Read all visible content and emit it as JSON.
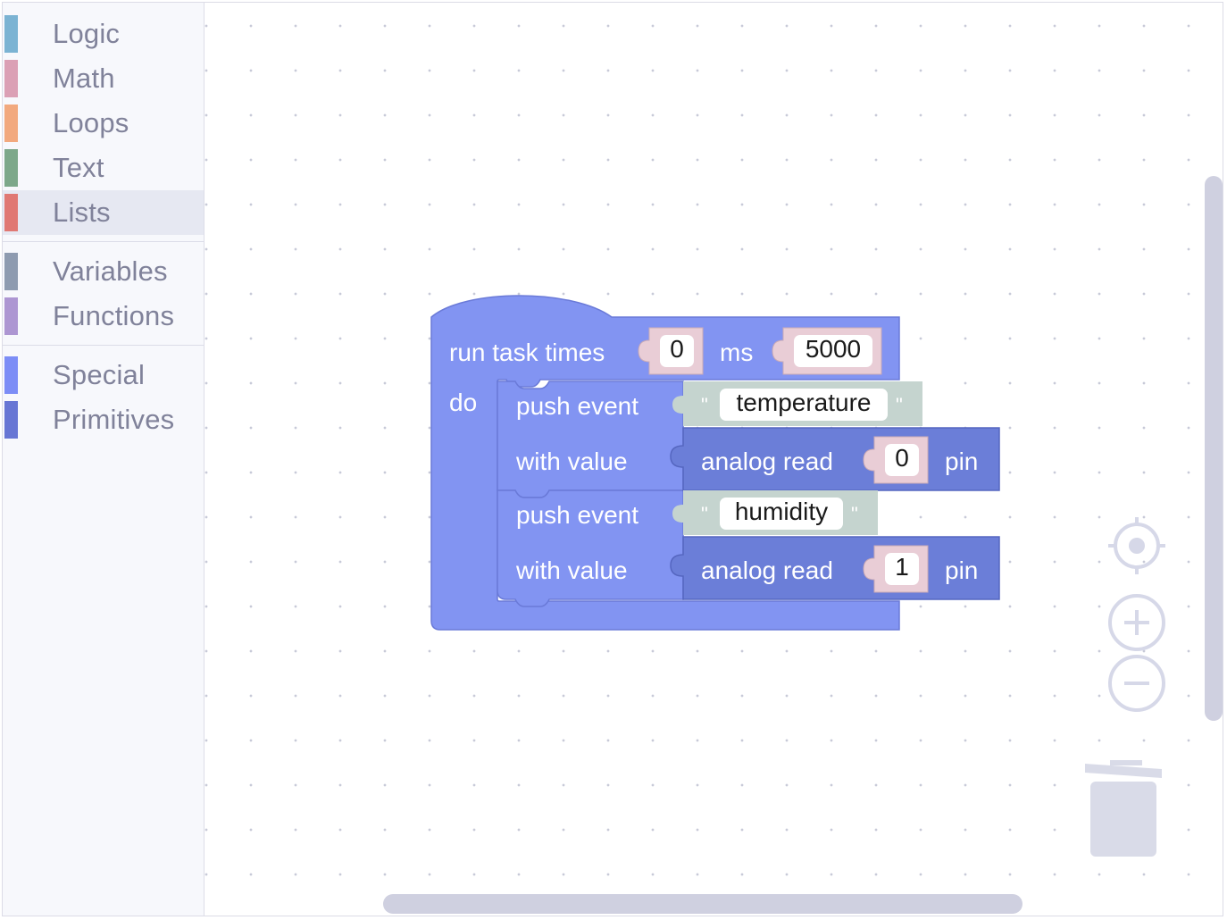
{
  "toolbox": {
    "categories": [
      {
        "label": "Logic",
        "color": "#7bb3d3"
      },
      {
        "label": "Math",
        "color": "#dba0b5"
      },
      {
        "label": "Loops",
        "color": "#f2a97e"
      },
      {
        "label": "Text",
        "color": "#7da88a"
      },
      {
        "label": "Lists",
        "color": "#e07873",
        "selected": true
      },
      {
        "label": "Variables",
        "color": "#8e9bb0"
      },
      {
        "label": "Functions",
        "color": "#ad96d2"
      },
      {
        "label": "Special",
        "color": "#7c8df6"
      },
      {
        "label": "Primitives",
        "color": "#6776d4"
      }
    ]
  },
  "workspace": {
    "task_block": {
      "label_run": "run task times",
      "times_value": "0",
      "label_ms": "ms",
      "ms_value": "5000",
      "label_do": "do",
      "color": "#8294f2"
    },
    "events": [
      {
        "label_push": "push event",
        "label_with": "with value",
        "event_name": "temperature",
        "read_label": "analog read",
        "pin_value": "0",
        "pin_label": "pin"
      },
      {
        "label_push": "push event",
        "label_with": "with value",
        "event_name": "humidity",
        "read_label": "analog read",
        "pin_value": "1",
        "pin_label": "pin"
      }
    ],
    "quote_char": "\"",
    "colors": {
      "primitive": "#6b7ed8",
      "text_block": "#c5d4cf",
      "number_block": "#e9cdd6"
    }
  },
  "controls": {
    "icons": [
      "center-icon",
      "zoom-in-icon",
      "zoom-out-icon",
      "trash-icon"
    ]
  }
}
